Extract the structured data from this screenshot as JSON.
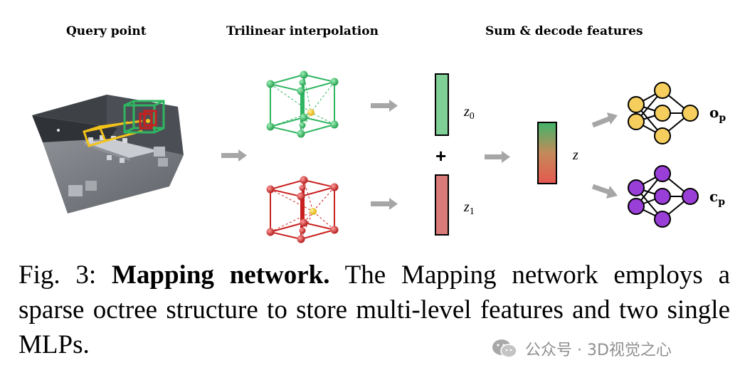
{
  "figure": {
    "headers": {
      "query": "Query point",
      "trilinear": "Trilinear interpolation",
      "sum_decode": "Sum & decode features"
    },
    "feature_labels": {
      "z0_base": "z",
      "z0_sub": "0",
      "z1_base": "z",
      "z1_sub": "1",
      "z": "z",
      "plus": "+"
    },
    "outputs": {
      "occupancy_base": "o",
      "occupancy_sub": "p",
      "color_base": "c",
      "color_sub": "p"
    },
    "colors": {
      "green": "#2fb561",
      "red": "#c8201f",
      "yellow_node": "#f5ce5e",
      "purple_node": "#9a3ed8",
      "z0_bar": "#7fcf97",
      "z1_bar": "#d97b78",
      "arrow_gray": "#a6a6a6"
    }
  },
  "caption": {
    "prefix": "Fig. 3: ",
    "title": "Mapping network.",
    "body": " The Mapping network employs a sparse octree structure to store multi-level features and two single MLPs."
  },
  "watermark": {
    "text": "公众号 · 3D视觉之心"
  }
}
